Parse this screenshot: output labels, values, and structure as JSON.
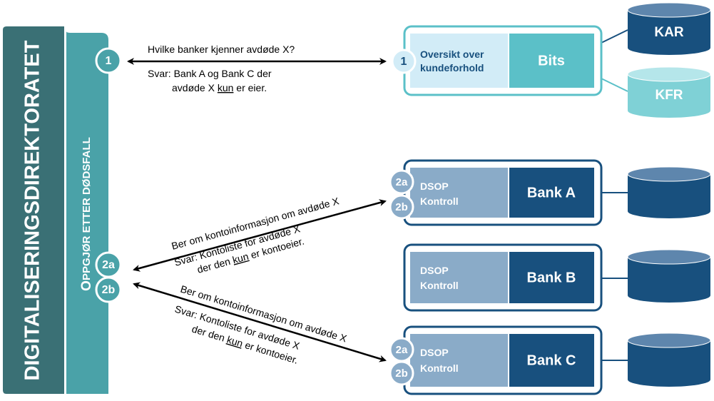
{
  "sidebar": {
    "organization": "DIGITALISERINGSDIREKTORATET",
    "process_lead": "O",
    "process_rest": "PPGJØR ETTER DØDSFALL",
    "step_badges": [
      "1",
      "2a",
      "2b"
    ]
  },
  "query1": {
    "question": "Hvilke banker kjenner avdøde X?",
    "answer_line1": "Svar: Bank A og Bank C der",
    "answer_line2_pre": "avdøde X ",
    "answer_line2_kun": "kun",
    "answer_line2_post": " er eier."
  },
  "query2a": {
    "request": "Ber om kontoinformasjon om avdøde X",
    "answer_line1": "Svar: Kontoliste for avdøde X",
    "answer_line2_pre": "der den ",
    "answer_line2_kun": "kun",
    "answer_line2_post": " er kontoeier."
  },
  "query2b": {
    "request": "Ber om kontoinformasjon om avdøde X",
    "answer_line1": "Svar: Kontoliste for avdøde X",
    "answer_line2_pre": "der den ",
    "answer_line2_kun": "kun",
    "answer_line2_post": " er kontoeier."
  },
  "bits": {
    "badge": "1",
    "service_line1": "Oversikt over",
    "service_line2": "kundeforhold",
    "name": "Bits",
    "databases": [
      "KAR",
      "KFR"
    ]
  },
  "banks": [
    {
      "name": "Bank A",
      "service_line1": "DSOP",
      "service_line2": "Kontroll",
      "badges": [
        "2a",
        "2b"
      ]
    },
    {
      "name": "Bank B",
      "service_line1": "DSOP",
      "service_line2": "Kontroll",
      "badges": []
    },
    {
      "name": "Bank C",
      "service_line1": "DSOP",
      "service_line2": "Kontroll",
      "badges": [
        "2a",
        "2b"
      ]
    }
  ],
  "colors": {
    "sidebar_dark": "#3a7075",
    "sidebar_mid": "#4aa2a8",
    "bits_border": "#5bc0c8",
    "bits_light": "#d2ecf7",
    "bits_dark": "#5bc0c8",
    "bank_border": "#18507e",
    "bank_light": "#8aabc8",
    "bank_dark": "#18507e",
    "kar": "#18507e",
    "kfr": "#7fd1d6",
    "badge_bits": "#d2ecf7",
    "badge_bank": "#8aabc8"
  }
}
